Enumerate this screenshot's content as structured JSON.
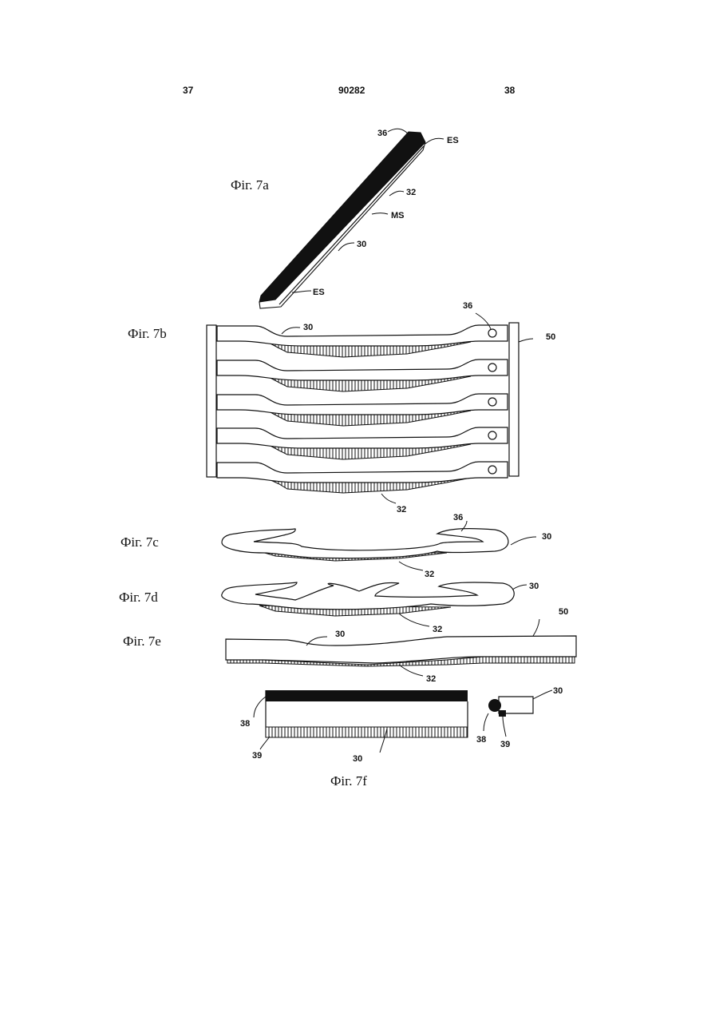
{
  "header": {
    "page_left": "37",
    "doc_number": "90282",
    "page_right": "38"
  },
  "figures": {
    "fig7a": "Фіг. 7a",
    "fig7b": "Фіг. 7b",
    "fig7c": "Фіг. 7c",
    "fig7d": "Фіг. 7d",
    "fig7e": "Фіг. 7e",
    "fig7f": "Фіг. 7f"
  },
  "refs": {
    "r30": "30",
    "r32": "32",
    "r36": "36",
    "r38": "38",
    "r39": "39",
    "r50": "50",
    "es": "ES",
    "ms": "MS"
  }
}
